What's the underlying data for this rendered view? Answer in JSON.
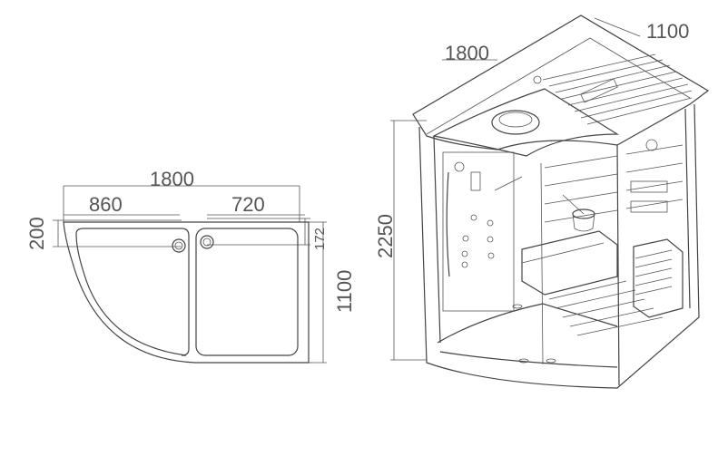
{
  "plan": {
    "width_total": "1800",
    "width_left": "860",
    "width_right": "720",
    "offset_left": "200",
    "offset_right": "172",
    "depth": "1100"
  },
  "perspective": {
    "width": "1800",
    "depth": "1100",
    "height": "2250"
  }
}
